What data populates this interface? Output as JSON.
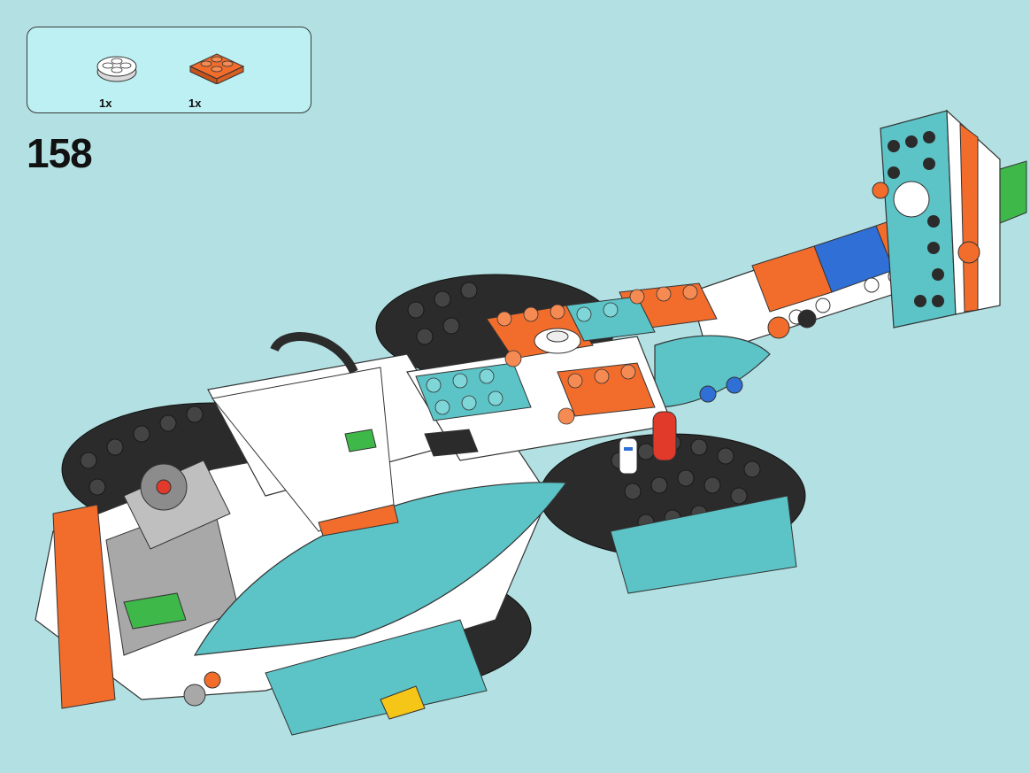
{
  "step": {
    "number": "158"
  },
  "parts_list": {
    "items": [
      {
        "icon": "white-round-plate-2x2-icon",
        "color": "#ffffff",
        "quantity": "1x"
      },
      {
        "icon": "orange-plate-2x2-icon",
        "color": "#f26d2c",
        "quantity": "1x"
      }
    ]
  },
  "colors": {
    "background": "#b3e1e3",
    "panel": "#bdf0f2",
    "teal": "#5cc3c6",
    "orange": "#f26d2c",
    "black": "#2b2b2b",
    "white": "#ffffff",
    "gray": "#a8a8a8",
    "blue": "#2f6fd6",
    "green": "#3fb84a",
    "red": "#e23a2a",
    "yellow": "#f5c518"
  }
}
